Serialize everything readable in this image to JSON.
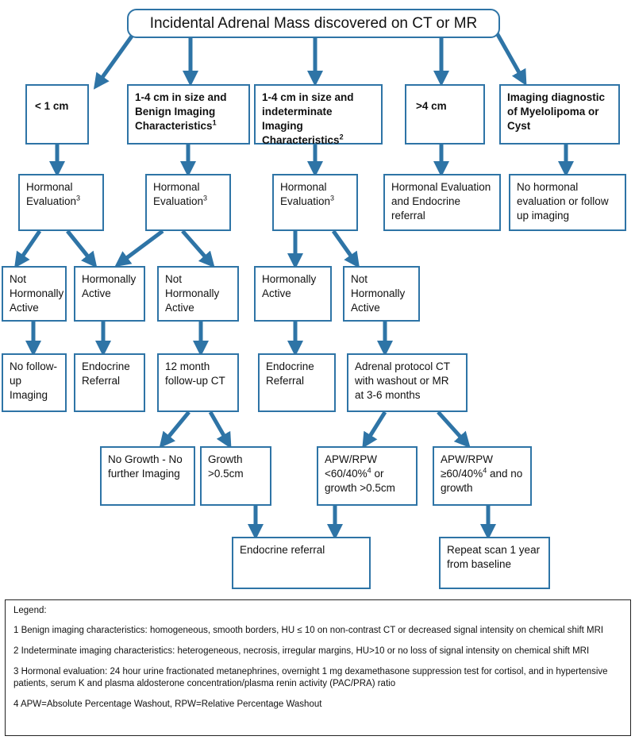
{
  "colors": {
    "box_border": "#2e74a6",
    "arrow": "#2e74a6"
  },
  "title": "Incidental Adrenal Mass discovered on CT or MR",
  "categories": {
    "lt1": "< 1 cm",
    "benign": {
      "text": "1-4 cm in size and Benign Imaging Characteristics",
      "sup": "1"
    },
    "indeterminate": {
      "text": "1-4 cm in size and indeterminate Imaging Characteristics",
      "sup": "2"
    },
    "gt4": ">4 cm",
    "myelo": "Imaging diagnostic of Myelolipoma or Cyst"
  },
  "hormonal_eval": {
    "text": "Hormonal Evaluation",
    "sup": "3"
  },
  "gt4_eval": "Hormonal Evaluation and Endocrine referral",
  "myelo_eval": "No hormonal evaluation or follow up imaging",
  "not_active": "Not Hormonally Active",
  "active": "Hormonally Active",
  "no_followup": "No follow-up Imaging",
  "endocrine_referral_cap": "Endocrine Referral",
  "ct_12month": "12 month follow-up CT",
  "adrenal_protocol": "Adrenal protocol CT with washout or MR at 3-6 months",
  "no_growth": "No Growth - No further Imaging",
  "growth": "Growth >0.5cm",
  "apw_high": {
    "a": "APW/RPW <60/40%",
    "sup": "4",
    "b": " or growth >0.5cm"
  },
  "apw_low": {
    "a": "APW/RPW ≥60/40%",
    "sup": "4",
    "b": " and no growth"
  },
  "endocrine_referral": "Endocrine referral",
  "repeat_scan": "Repeat scan 1 year from baseline",
  "legend": {
    "heading": "Legend:",
    "items": [
      "1  Benign imaging characteristics: homogeneous, smooth borders, HU ≤ 10 on non-contrast CT or decreased signal intensity on chemical shift MRI",
      "2  Indeterminate imaging characteristics: heterogeneous, necrosis, irregular margins, HU>10 or no loss of signal intensity on chemical shift MRI",
      "3  Hormonal evaluation: 24 hour urine fractionated metanephrines, overnight 1 mg dexamethasone suppression test for cortisol, and in hypertensive patients, serum K and plasma aldosterone concentration/plasma renin activity (PAC/PRA) ratio",
      "4  APW=Absolute Percentage Washout, RPW=Relative Percentage Washout"
    ]
  }
}
